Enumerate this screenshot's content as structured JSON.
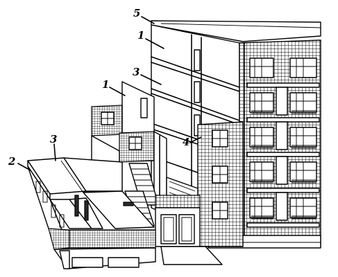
{
  "labels": [
    {
      "id": "label-5-top",
      "text": "5"
    },
    {
      "id": "label-1-upper",
      "text": "1"
    },
    {
      "id": "label-3-upper",
      "text": "3"
    },
    {
      "id": "label-1-middle",
      "text": "1"
    },
    {
      "id": "label-4",
      "text": "4"
    },
    {
      "id": "label-3-left",
      "text": "3"
    },
    {
      "id": "label-2",
      "text": "2"
    }
  ],
  "colors": {
    "ink": "#000000",
    "paper": "#ffffff"
  }
}
